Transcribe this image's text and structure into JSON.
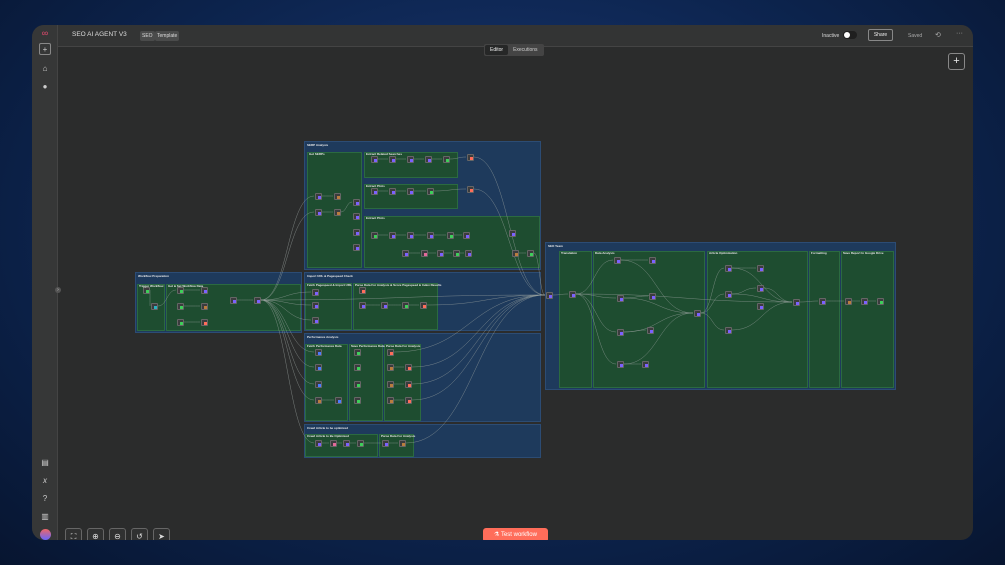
{
  "header": {
    "title": "SEO AI AGENT V3",
    "tags": [
      "SEO",
      "Template"
    ],
    "tabs": [
      {
        "label": "Editor",
        "active": true
      },
      {
        "label": "Executions",
        "active": false
      }
    ],
    "status_label": "Inactive",
    "active": false,
    "share_label": "Share",
    "saved_label": "Saved"
  },
  "sidebar": {
    "icons": [
      "n8n-logo-icon",
      "add-icon",
      "home-icon",
      "user-icon",
      "templates-icon",
      "variables-icon",
      "help-icon",
      "whats-new-icon",
      "avatar"
    ]
  },
  "canvas": {
    "groups": [
      {
        "label": "SERP Analysis",
        "sub": [
          "Get SERPs",
          "Extract Related Searches",
          "Extract PAAs",
          "Extract PAAs"
        ]
      },
      {
        "label": "Workflow Preparation",
        "sub": [
          "Trigger Workflow",
          "Get & Set Workflow Data"
        ]
      },
      {
        "label": "Import URL & Pagespeed Check",
        "sub": [
          "Fetch Pagespeed & Import URL",
          "Parse Data For Analysis & Score Pagespeed & Index Results"
        ]
      },
      {
        "label": "Performance Analysis",
        "sub": [
          "Fetch Performance Data",
          "Save Performance Data",
          "Parse Data For Analysis"
        ]
      },
      {
        "label": "Crawl Article to be optimized",
        "sub": [
          "Crawl Article to Be Optimized",
          "Parse Data For Analysis"
        ]
      },
      {
        "label": "SEO Team",
        "sub": [
          "Translation",
          "Data Analysis",
          "Article Optimization",
          "Formatting",
          "Save Report In Google Drive"
        ]
      }
    ]
  },
  "footer": {
    "test_label": "Test workflow",
    "controls": [
      "fit-view",
      "zoom-in",
      "zoom-out",
      "reset-zoom",
      "select-tool"
    ]
  },
  "colors": {
    "accent": "#ff6d5a",
    "group": "#1e3a5c",
    "subgroup": "#1e4d30",
    "logo": "#ea4b71"
  }
}
